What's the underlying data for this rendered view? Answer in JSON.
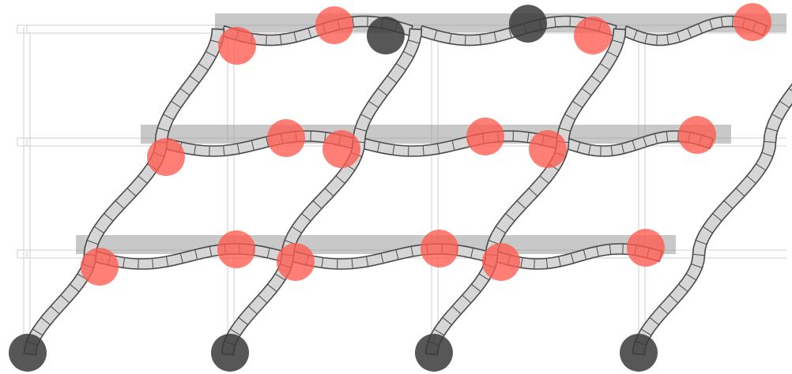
{
  "diagram": {
    "kind": "deformed-frame-plastic-hinges",
    "stories": 3,
    "bays": 3,
    "colors": {
      "background": "#ffffff",
      "undeformed_grid": "#cfcfcf",
      "beam_band": "#9a9a9a",
      "member_fill": "#d6d6d6",
      "member_outline": "#4a4a4a",
      "hinge_yield": "#ff5a4e",
      "hinge_collapse": "#3a3a3a"
    },
    "hinge_states": [
      "yield",
      "collapse"
    ],
    "beam_hinges": [
      {
        "level": 3,
        "bay": 1,
        "end": "left",
        "state": "yield"
      },
      {
        "level": 3,
        "bay": 1,
        "end": "right",
        "state": "yield"
      },
      {
        "level": 3,
        "bay": 2,
        "end": "left",
        "state": "collapse"
      },
      {
        "level": 3,
        "bay": 2,
        "end": "right",
        "state": "collapse"
      },
      {
        "level": 3,
        "bay": 3,
        "end": "left",
        "state": "yield"
      },
      {
        "level": 3,
        "bay": 3,
        "end": "right",
        "state": "yield"
      },
      {
        "level": 2,
        "bay": 1,
        "end": "left",
        "state": "yield"
      },
      {
        "level": 2,
        "bay": 1,
        "end": "right",
        "state": "yield"
      },
      {
        "level": 2,
        "bay": 2,
        "end": "left",
        "state": "yield"
      },
      {
        "level": 2,
        "bay": 2,
        "end": "right",
        "state": "yield"
      },
      {
        "level": 2,
        "bay": 3,
        "end": "left",
        "state": "yield"
      },
      {
        "level": 2,
        "bay": 3,
        "end": "right",
        "state": "yield"
      },
      {
        "level": 1,
        "bay": 1,
        "end": "left",
        "state": "yield"
      },
      {
        "level": 1,
        "bay": 1,
        "end": "right",
        "state": "yield"
      },
      {
        "level": 1,
        "bay": 2,
        "end": "left",
        "state": "yield"
      },
      {
        "level": 1,
        "bay": 2,
        "end": "right",
        "state": "yield"
      },
      {
        "level": 1,
        "bay": 3,
        "end": "left",
        "state": "yield"
      },
      {
        "level": 1,
        "bay": 3,
        "end": "right",
        "state": "yield"
      }
    ],
    "base_hinges": [
      {
        "column": 1,
        "state": "collapse"
      },
      {
        "column": 2,
        "state": "collapse"
      },
      {
        "column": 3,
        "state": "collapse"
      },
      {
        "column": 4,
        "state": "collapse"
      }
    ]
  }
}
